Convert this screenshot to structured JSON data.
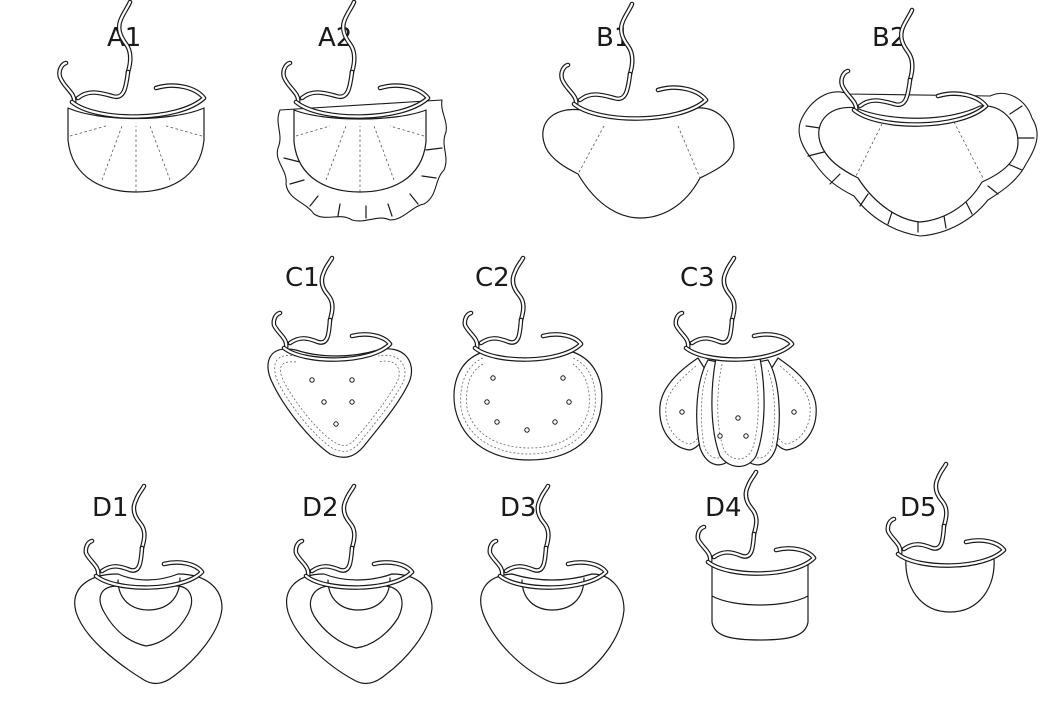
{
  "labels": {
    "a1": "A1",
    "a2": "A2",
    "b1": "B1",
    "b2": "B2",
    "c1": "C1",
    "c2": "C2",
    "c3": "C3",
    "d1": "D1",
    "d2": "D2",
    "d3": "D3",
    "d4": "D4",
    "d5": "D5"
  }
}
